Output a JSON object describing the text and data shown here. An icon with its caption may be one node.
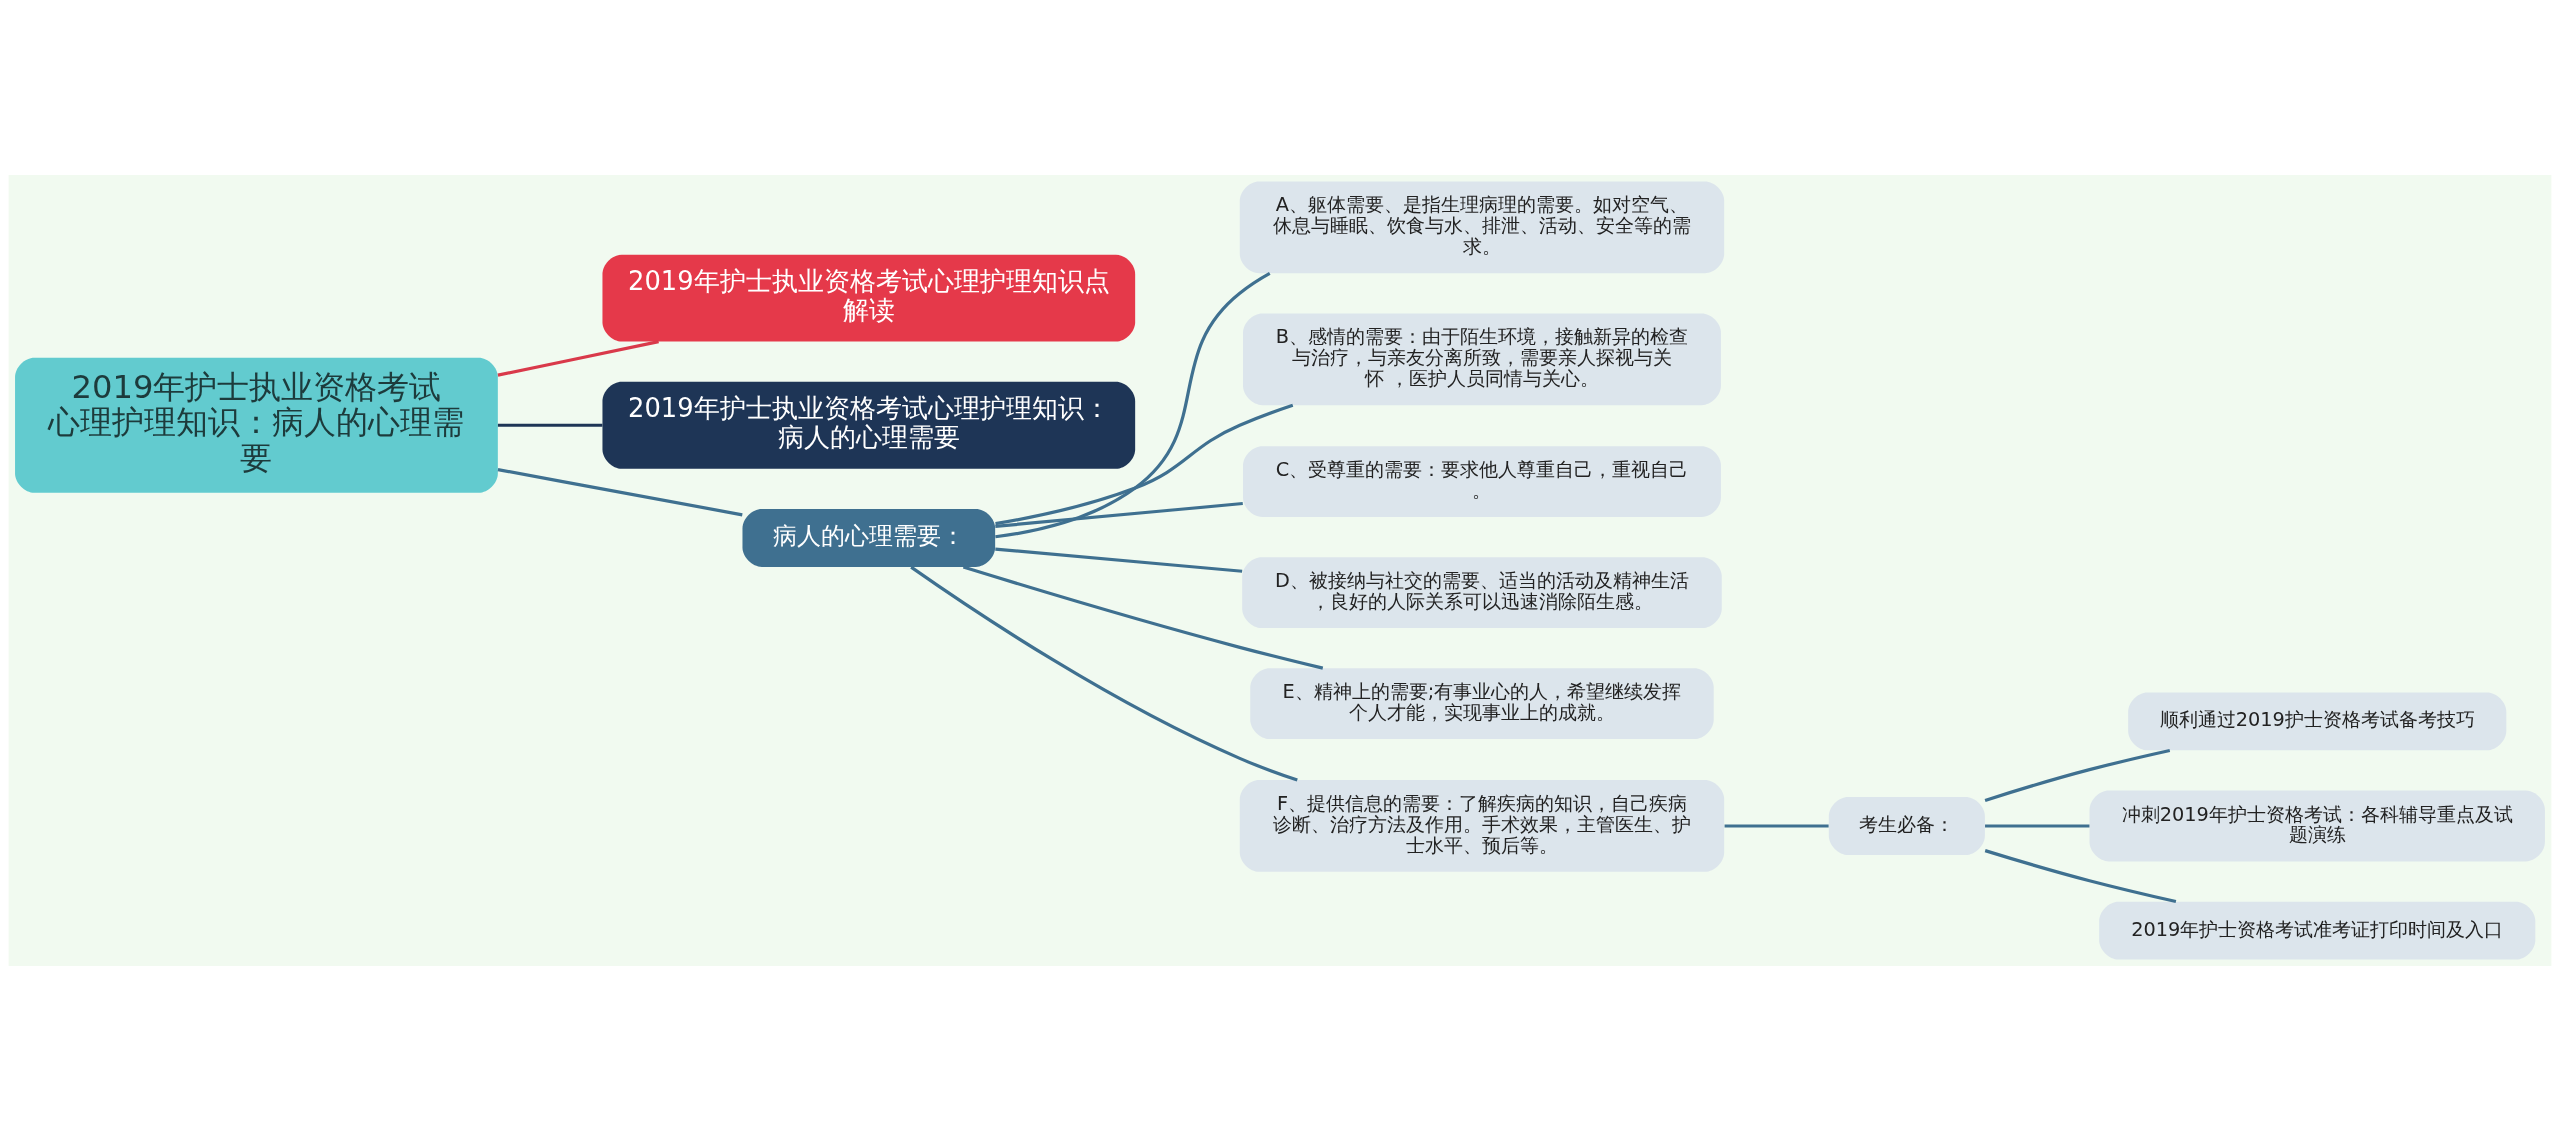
{
  "diagram": {
    "nodes": [
      {
        "text": [
          "2019年护士执业资格考试心理护理知识：病人的心理需要"
        ]
      },
      {
        "text": [
          "2019年护士执业资格考试心理护理知识点解读"
        ]
      },
      {
        "text": [
          "2019年护士执业资格考试心理护理知识：病人的心理需要"
        ]
      },
      {
        "text": [
          "病人的心理需要："
        ]
      },
      {
        "text": [
          "A、躯体需要、是指生理病理的需要。如对空气、休息与睡眠、饮食与水、排泄、活动、安全等的需求。"
        ]
      },
      {
        "text": [
          "B、感情的需要：由于陌生环境，接触新异的检查与治疗，与亲友分离所致，需要亲人探视与关怀 ，医护人员同情与关心。"
        ]
      },
      {
        "text": [
          "C、受尊重的需要：要求他人尊重自己，重视自己。"
        ]
      },
      {
        "text": [
          "D、被接纳与社交的需要、适当的活动及精神生活，良好的人际关系可以迅速消除陌生感。"
        ]
      },
      {
        "text": [
          "E、精神上的需要;有事业心的人，希望继续发挥个人才能，实现事业上的成就。"
        ]
      },
      {
        "text": [
          "F、提供信息的需要：了解疾病的知识，自己疾病诊断、治疗方法及作用。手术效果，主管医生、护士水平、预后等。"
        ]
      },
      {
        "text": [
          "考生必备："
        ]
      },
      {
        "text": [
          "顺利通过2019护士资格考试备考技巧"
        ]
      },
      {
        "text": [
          "冲刺2019年护士资格考试：各科辅导重点及试题演练"
        ]
      },
      {
        "text": [
          "2019年护士资格考试准考证打印时间及入口"
        ]
      }
    ],
    "edges": [
      {
        "from": 0,
        "to": 1,
        "arrow": "none",
        "color": "#d9394a"
      },
      {
        "from": 0,
        "to": 2,
        "arrow": "none",
        "color": "#1e3556"
      },
      {
        "from": 0,
        "to": 3,
        "arrow": "none"
      },
      {
        "from": 3,
        "to": 4,
        "arrow": "none"
      },
      {
        "from": 3,
        "to": 5,
        "arrow": "none"
      },
      {
        "from": 3,
        "to": 6,
        "arrow": "none"
      },
      {
        "from": 3,
        "to": 7,
        "arrow": "none"
      },
      {
        "from": 3,
        "to": 8,
        "arrow": "none"
      },
      {
        "from": 3,
        "to": 9,
        "arrow": "none"
      },
      {
        "from": 9,
        "to": 10,
        "arrow": "none"
      },
      {
        "from": 10,
        "to": 11,
        "arrow": "none"
      },
      {
        "from": 10,
        "to": 12,
        "arrow": "none"
      },
      {
        "from": 10,
        "to": 13,
        "arrow": "none"
      }
    ]
  }
}
